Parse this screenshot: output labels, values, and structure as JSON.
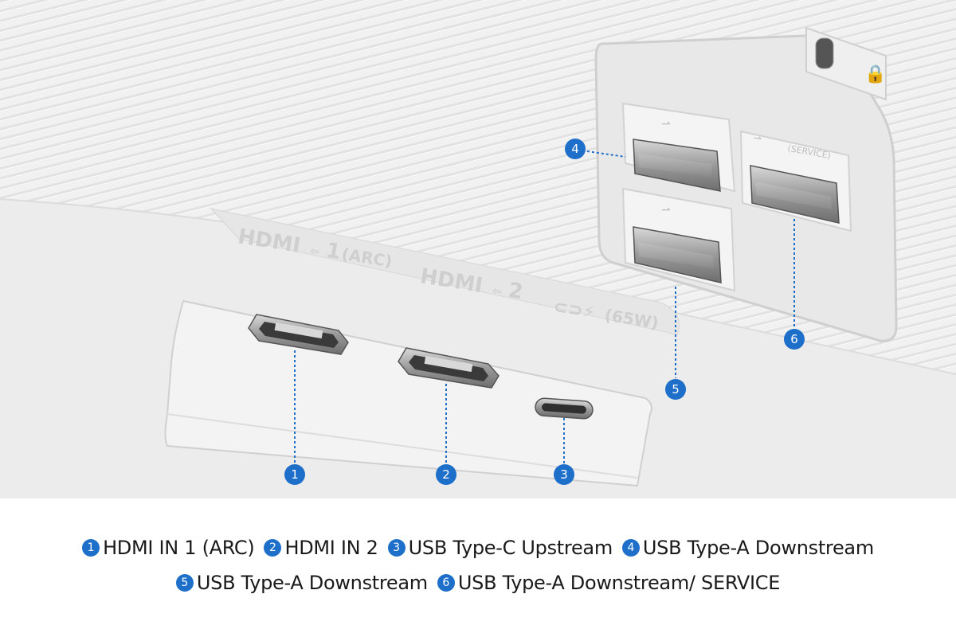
{
  "panel_labels": {
    "hdmi1": "HDMI",
    "hdmi1_num": "1",
    "hdmi1_arc": "(ARC)",
    "hdmi2": "HDMI",
    "hdmi2_num": "2",
    "usbc_power": "(65W)",
    "usb_service": "(SERVICE)"
  },
  "ports": [
    {
      "num": "1",
      "label": "HDMI IN 1 (ARC)"
    },
    {
      "num": "2",
      "label": "HDMI IN 2"
    },
    {
      "num": "3",
      "label": "USB Type-C Upstream"
    },
    {
      "num": "4",
      "label": "USB Type-A Downstream"
    },
    {
      "num": "5",
      "label": "USB Type-A Downstream"
    },
    {
      "num": "6",
      "label": "USB Type-A Downstream/ SERVICE"
    }
  ],
  "colors": {
    "accent": "#1d6fc9",
    "panel": "#ececec",
    "background": "#ffffff"
  }
}
